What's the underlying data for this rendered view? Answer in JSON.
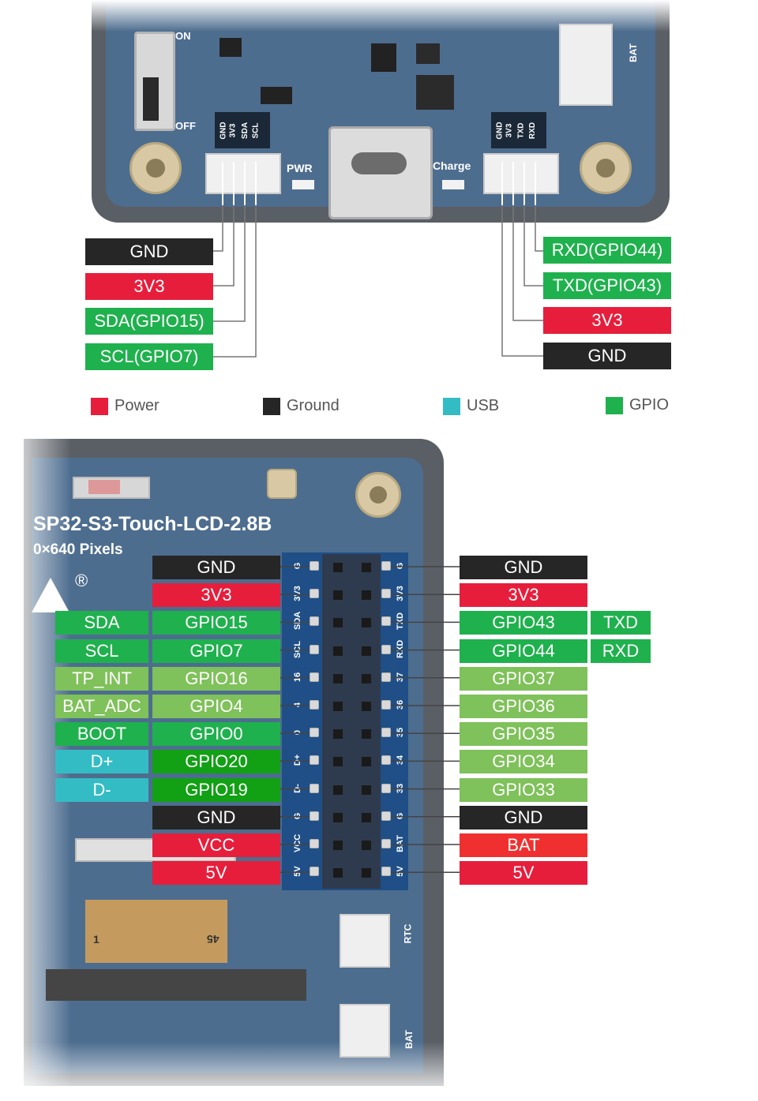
{
  "colors": {
    "power": "#e61e3c",
    "ground": "#262626",
    "usb": "#34bcc4",
    "gpio": "#1fb14d",
    "gpio_light": "#7fc15a",
    "gpio_dark": "#12a015",
    "pcb": "#4d6d8f"
  },
  "top_board": {
    "switch_on": "ON",
    "switch_off": "OFF",
    "pwr_led": "PWR",
    "charge_led": "Charge",
    "bat_connector": "BAT",
    "left_connector_silk": [
      "GND",
      "3V3",
      "SDA",
      "SCL"
    ],
    "right_connector_silk": [
      "GND",
      "3V3",
      "TXD",
      "RXD"
    ]
  },
  "i2c_labels": [
    "GND",
    "3V3",
    "SDA(GPIO15)",
    "SCL(GPIO7)"
  ],
  "uart_labels": [
    "RXD(GPIO44)",
    "TXD(GPIO43)",
    "3V3",
    "GND"
  ],
  "legend": [
    "Power",
    "Ground",
    "USB",
    "GPIO"
  ],
  "bottom_board": {
    "title": "SP32-S3-Touch-LCD-2.8B",
    "subtitle": "0×640 Pixels",
    "rtc_connector": "RTC",
    "bat_connector": "BAT",
    "fpc_left": "1",
    "fpc_right": "45",
    "reg_mark": "®",
    "header_left_silk": [
      "G",
      "3V3",
      "SDA",
      "SCL",
      "16",
      "4",
      "0",
      "D+",
      "D-",
      "G",
      "VCC",
      "5V"
    ],
    "header_right_silk": [
      "G",
      "3V3",
      "TXD",
      "RXD",
      "37",
      "36",
      "35",
      "34",
      "33",
      "G",
      "BAT",
      "5V"
    ]
  },
  "header_left_pins": [
    "GND",
    "3V3",
    "GPIO15",
    "GPIO7",
    "GPIO16",
    "GPIO4",
    "GPIO0",
    "GPIO20",
    "GPIO19",
    "GND",
    "VCC",
    "5V"
  ],
  "header_left_functions": [
    "SDA",
    "SCL",
    "TP_INT",
    "BAT_ADC",
    "BOOT",
    "D+",
    "D-"
  ],
  "header_right_pins": [
    "GND",
    "3V3",
    "GPIO43",
    "GPIO44",
    "GPIO37",
    "GPIO36",
    "GPIO35",
    "GPIO34",
    "GPIO33",
    "GND",
    "BAT",
    "5V"
  ],
  "header_right_functions": [
    "TXD",
    "RXD"
  ]
}
